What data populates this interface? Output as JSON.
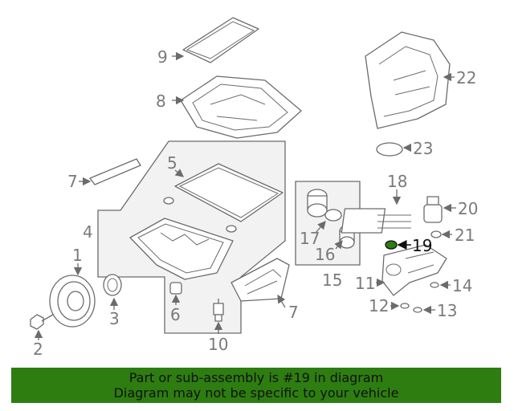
{
  "callouts": {
    "c1": "1",
    "c2": "2",
    "c3": "3",
    "c4": "4",
    "c5": "5",
    "c6": "6",
    "c7a": "7",
    "c7b": "7",
    "c8": "8",
    "c9": "9",
    "c10": "10",
    "c11": "11",
    "c12": "12",
    "c13": "13",
    "c14": "14",
    "c15": "15",
    "c16": "16",
    "c17": "17",
    "c18": "18",
    "c19": "19",
    "c20": "20",
    "c21": "21",
    "c22": "22",
    "c23": "23"
  },
  "highlight": {
    "part_number": "19",
    "color": "#2e7d10"
  },
  "footer": {
    "line1": "Part or sub-assembly is #19 in diagram",
    "line2": "Diagram may not be specific to your vehicle"
  }
}
